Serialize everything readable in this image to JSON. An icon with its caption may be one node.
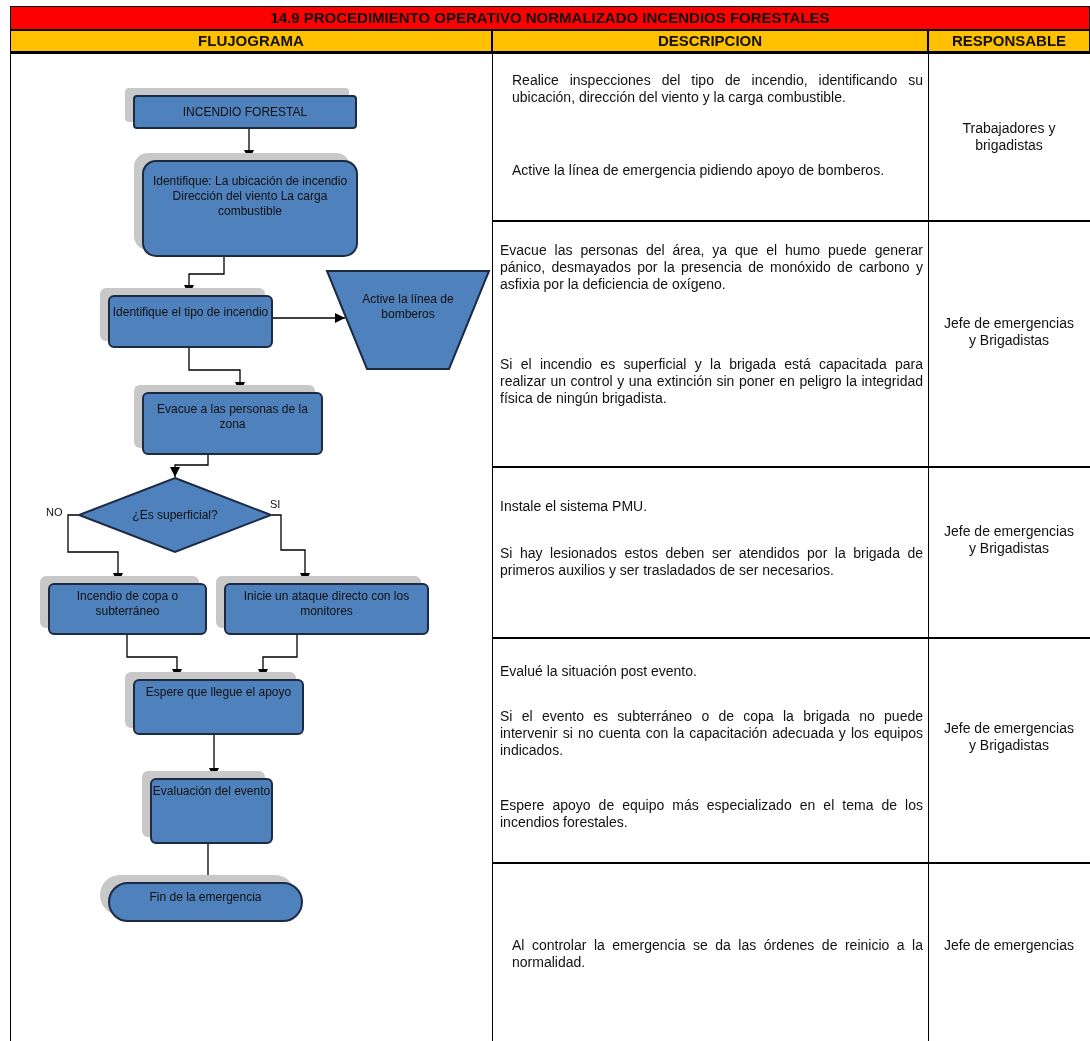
{
  "diagram": {
    "title": "14.9 PROCEDIMIENTO OPERATIVO NORMALIZADO INCENDIOS FORESTALES",
    "nodes": [
      {
        "text": [
          "INCENDIO FORESTAL"
        ]
      },
      {
        "text": [
          "Identifique: La ubicación de incendio Dirección del viento La carga combustible"
        ]
      },
      {
        "text": [
          "Identifique el tipo de incendio"
        ]
      },
      {
        "text": [
          "Active la línea de bomberos"
        ]
      },
      {
        "text": [
          "Evacue a las personas de la zona"
        ]
      },
      {
        "text": [
          "¿Es superficial?"
        ]
      },
      {
        "text": [
          "Incendio de copa o subterráneo"
        ]
      },
      {
        "text": [
          "Inicie un ataque directo con los monitores"
        ]
      },
      {
        "text": [
          "Espere que llegue el apoyo"
        ]
      },
      {
        "text": [
          "Evaluación del evento"
        ]
      },
      {
        "text": [
          "Fin de la emergencia"
        ]
      }
    ],
    "edges": [
      {
        "from": 0,
        "to": 1,
        "arrow": "to"
      },
      {
        "from": 1,
        "to": 2,
        "arrow": "to"
      },
      {
        "from": 2,
        "to": 3,
        "arrow": "to"
      },
      {
        "from": 2,
        "to": 4,
        "arrow": "to"
      },
      {
        "from": 4,
        "to": 5,
        "arrow": "to"
      },
      {
        "from": 5,
        "to": 6,
        "arrow": "to",
        "label": "NO"
      },
      {
        "from": 5,
        "to": 7,
        "arrow": "to",
        "label": "SI"
      },
      {
        "from": 6,
        "to": 8,
        "arrow": "to"
      },
      {
        "from": 7,
        "to": 8,
        "arrow": "to"
      },
      {
        "from": 8,
        "to": 9,
        "arrow": "to"
      },
      {
        "from": 9,
        "to": 10,
        "arrow": "none"
      }
    ],
    "labels": [
      "FLUJOGRAMA",
      "DESCRIPCION",
      "RESPONSABLE",
      "Realice inspecciones del tipo de incendio, identificando su ubicación, dirección del viento y la carga combustible.",
      "Active la línea de emergencia pidiendo apoyo de bomberos.",
      "Trabajadores y brigadistas",
      "Evacue las personas del área, ya que el humo puede generar pánico, desmayados por la presencia de monóxido de carbono y asfixia por la deficiencia de oxígeno.",
      "Si el incendio es superficial y la brigada está capacitada para realizar un control y una extinción sin poner en peligro la integridad física de ningún brigadista.",
      "Jefe de emergencias y Brigadistas",
      "Instale el sistema PMU.",
      "Si hay lesionados estos deben ser atendidos por la brigada de primeros auxilios y ser trasladados de ser necesarios.",
      "Jefe de emergencias y Brigadistas",
      "Evalué la situación post evento.",
      "Si el evento es subterráneo o de copa la brigada no puede intervenir si no cuenta con la capacitación adecuada y los equipos indicados.",
      "Espere apoyo de equipo más especializado en el tema de  los incendios forestales.",
      "Jefe de emergencias y Brigadistas",
      "Al controlar la emergencia se da las órdenes de reinicio a la normalidad.",
      "Jefe de emergencias"
    ]
  }
}
